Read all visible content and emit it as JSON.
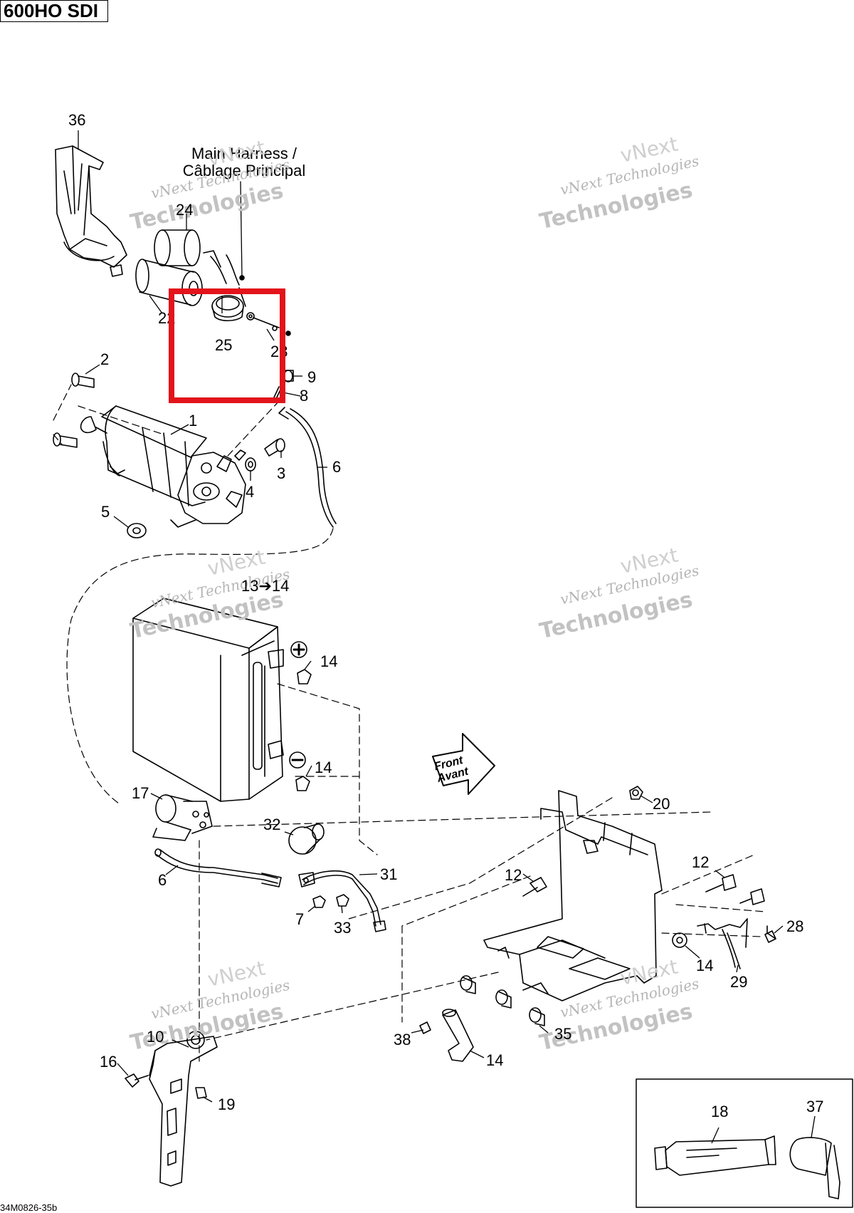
{
  "model_label": "600HO SDI",
  "document_code": "34M0826-35b",
  "annotations": {
    "main_harness": "Main Harness /\nCâblage Principal",
    "front_avant": "Front\nAvant"
  },
  "watermark": {
    "line1": "vNext Technologies",
    "line2": "Technologies",
    "line0": "vNext"
  },
  "callouts": [
    {
      "id": "c36",
      "text": "36"
    },
    {
      "id": "c24",
      "text": "24"
    },
    {
      "id": "c22",
      "text": "22"
    },
    {
      "id": "c25",
      "text": "25"
    },
    {
      "id": "c23",
      "text": "23"
    },
    {
      "id": "c9",
      "text": "9"
    },
    {
      "id": "c8",
      "text": "8"
    },
    {
      "id": "c2",
      "text": "2"
    },
    {
      "id": "c1",
      "text": "1"
    },
    {
      "id": "c3",
      "text": "3"
    },
    {
      "id": "c4",
      "text": "4"
    },
    {
      "id": "c6a",
      "text": "6"
    },
    {
      "id": "c5",
      "text": "5"
    },
    {
      "id": "c13",
      "text": "13➔14"
    },
    {
      "id": "c14a",
      "text": "14"
    },
    {
      "id": "c14b",
      "text": "14"
    },
    {
      "id": "c17",
      "text": "17"
    },
    {
      "id": "c32",
      "text": "32"
    },
    {
      "id": "c6b",
      "text": "6"
    },
    {
      "id": "c31",
      "text": "31"
    },
    {
      "id": "c7",
      "text": "7"
    },
    {
      "id": "c33",
      "text": "33"
    },
    {
      "id": "c20",
      "text": "20"
    },
    {
      "id": "c12a",
      "text": "12"
    },
    {
      "id": "c12b",
      "text": "12"
    },
    {
      "id": "c14c",
      "text": "14"
    },
    {
      "id": "c29",
      "text": "29"
    },
    {
      "id": "c28",
      "text": "28"
    },
    {
      "id": "c14d",
      "text": "14"
    },
    {
      "id": "c35",
      "text": "35"
    },
    {
      "id": "c10",
      "text": "10"
    },
    {
      "id": "c16",
      "text": "16"
    },
    {
      "id": "c19",
      "text": "19"
    },
    {
      "id": "c18",
      "text": "18"
    },
    {
      "id": "c37",
      "text": "37"
    },
    {
      "id": "c38",
      "text": "38"
    }
  ],
  "highlight_color": "#e3141b"
}
